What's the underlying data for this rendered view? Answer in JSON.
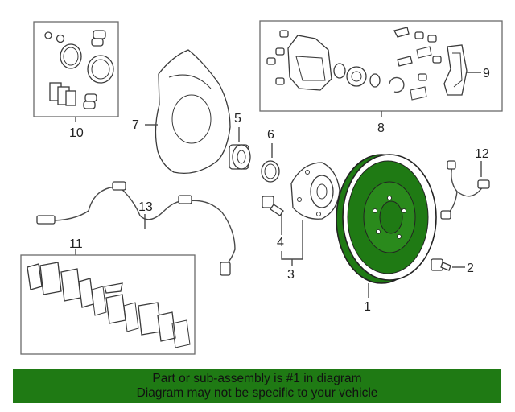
{
  "diagram": {
    "callouts": {
      "c1": "1",
      "c2": "2",
      "c3": "3",
      "c4": "4",
      "c5": "5",
      "c6": "6",
      "c7": "7",
      "c8": "8",
      "c9": "9",
      "c10": "10",
      "c11": "11",
      "c12": "12",
      "c13": "13"
    },
    "highlight_color": "#1f7a14"
  },
  "banner": {
    "line1": "Part or sub-assembly is #1 in diagram",
    "line2": "Diagram may not be specific to your vehicle",
    "background": "#1f7a14"
  }
}
